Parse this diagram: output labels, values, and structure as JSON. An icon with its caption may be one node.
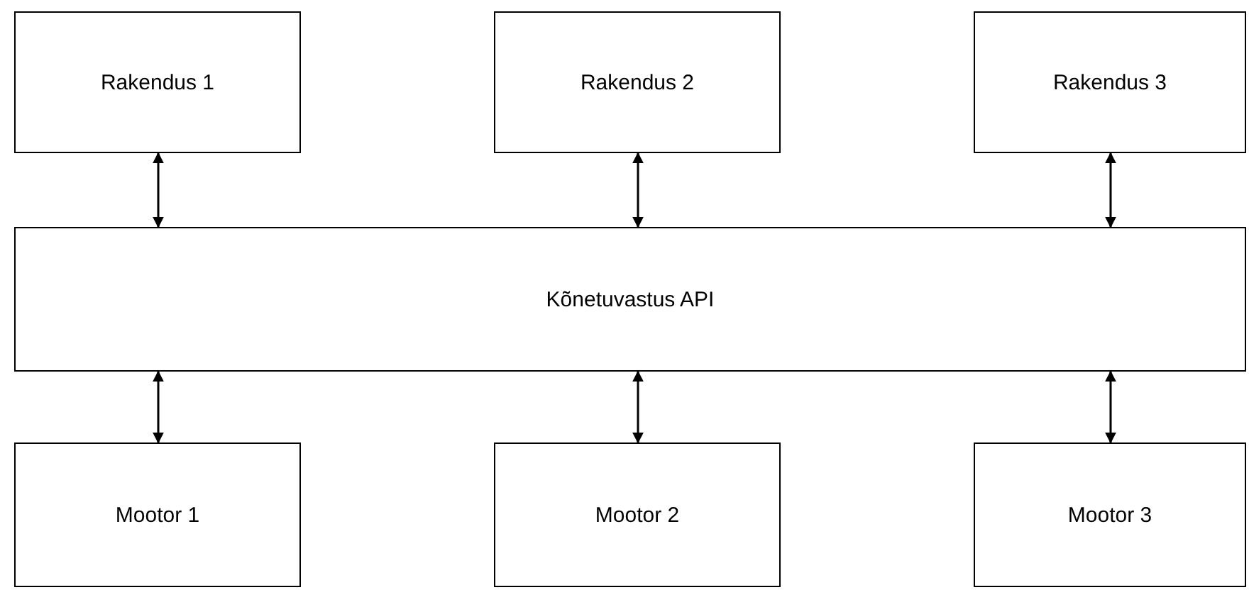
{
  "diagram": {
    "nodes": [
      {
        "text": [
          "Rakendus 1"
        ]
      },
      {
        "text": [
          "Rakendus 2"
        ]
      },
      {
        "text": [
          "Rakendus 3"
        ]
      },
      {
        "text": [
          "Kõnetuvastus API"
        ]
      },
      {
        "text": [
          "Mootor 1"
        ]
      },
      {
        "text": [
          "Mootor 2"
        ]
      },
      {
        "text": [
          "Mootor 3"
        ]
      }
    ],
    "edges": [
      {
        "from": 0,
        "to": 3,
        "arrow": "both"
      },
      {
        "from": 1,
        "to": 3,
        "arrow": "both"
      },
      {
        "from": 2,
        "to": 3,
        "arrow": "both"
      },
      {
        "from": 3,
        "to": 4,
        "arrow": "both"
      },
      {
        "from": 3,
        "to": 5,
        "arrow": "both"
      },
      {
        "from": 3,
        "to": 6,
        "arrow": "both"
      }
    ]
  }
}
